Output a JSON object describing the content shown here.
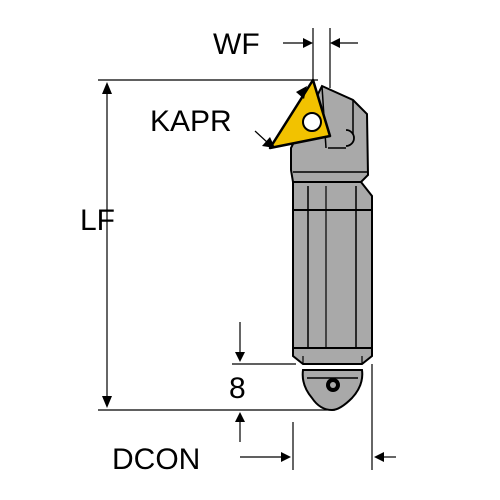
{
  "diagram": {
    "labels": {
      "wf": "WF",
      "kapr": "KAPR",
      "lf": "LF",
      "eight": "8",
      "dcon": "DCON"
    },
    "colors": {
      "tool_body": "#a9a9a9",
      "tool_edge": "#000000",
      "insert": "#f2c200",
      "insert_hole": "#ffffff",
      "dimension_lines": "#000000",
      "background": "#ffffff"
    },
    "icons": {
      "insert": "triangular-insert-icon",
      "screw": "clamp-screw-icon"
    }
  }
}
